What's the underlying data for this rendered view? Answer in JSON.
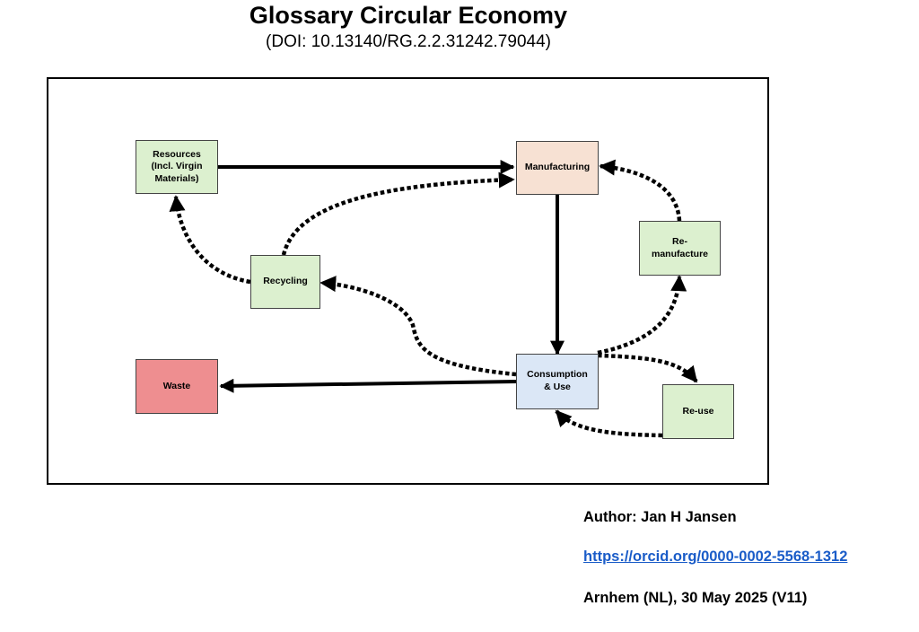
{
  "header": {
    "title": "Glossary Circular Economy",
    "doi": "(DOI: 10.13140/RG.2.2.31242.79044)"
  },
  "nodes": {
    "resources": "Resources\n(Incl. Virgin\nMaterials)",
    "manufacturing": "Manufacturing",
    "remanufacture": "Re-\nmanufacture",
    "recycling": "Recycling",
    "waste": "Waste",
    "consumption": "Consumption\n& Use",
    "reuse": "Re-use"
  },
  "colors": {
    "green": "#dcf0cf",
    "peach": "#f7e1d3",
    "red": "#ee8e90",
    "blue": "#dbe7f6",
    "link": "#1a5cc8"
  },
  "footer": {
    "author": "Author: Jan H Jansen",
    "orcid": "https://orcid.org/0000-0002-5568-1312",
    "place_date": "Arnhem (NL), 30 May 2025 (V11)"
  }
}
